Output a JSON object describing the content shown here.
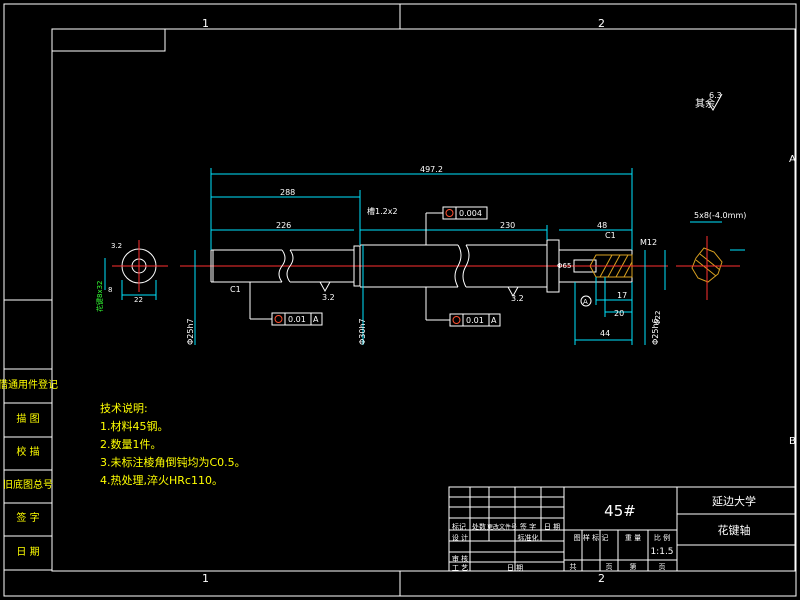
{
  "frame": {
    "zone_top_1": "1",
    "zone_top_2": "2",
    "zone_bottom_1": "1",
    "zone_bottom_2": "2",
    "zone_right_a": "A",
    "zone_right_b": "B"
  },
  "side_table": [
    "借通用件登记",
    "描 图",
    "校 描",
    "旧底图总号",
    "签 字",
    "日 期"
  ],
  "tech_notes": {
    "title": "技术说明:",
    "items": [
      "1.材料45钢。",
      "2.数量1件。",
      "3.未标注棱角倒钝均为C0.5。",
      "4.热处理,淬火HRc110。"
    ]
  },
  "title_block": {
    "material": "45#",
    "school": "延边大学",
    "part_name": "花键轴",
    "scale": "1:1.5",
    "row_labels": [
      "标记",
      "处数",
      "更改文件号",
      "签 字",
      "日 期"
    ],
    "designer_labels": [
      "设 计",
      "审 核",
      "工 艺"
    ],
    "stage_labels": [
      "图 样 标 记",
      "重 量",
      "比 例"
    ],
    "bottom_labels": [
      "共",
      "页",
      "第",
      "页"
    ],
    "date_label": "日 期",
    "std_label": "标准化"
  },
  "roughness": {
    "value": "6.3",
    "label": "其余"
  },
  "dimensions": {
    "overall": "497.2",
    "d_288": "288",
    "d_226": "226",
    "d_230": "230",
    "d_48": "48",
    "d_44": "44",
    "d_17": "17",
    "d_20": "20",
    "d_22": "22",
    "groove": "槽1.2x2",
    "chamfer_c1_left": "C1",
    "chamfer_c1_right": "C1",
    "rough_left": "3.2",
    "rough_mid": "3.2",
    "thread": "M12",
    "section_b": "5x8(-4.0mm)",
    "left_dia": "Φ25h7",
    "mid_dia": "Φ30h7",
    "right_dia": "Φ25h6",
    "right_small": "Φ22",
    "key_a": "3.2",
    "key_b": "8",
    "datum": "A",
    "dia_60": "Φ65",
    "spline_label": "花键8x32"
  },
  "tolerances": {
    "top": "0.004",
    "left": "0.01",
    "left_datum": "A",
    "mid": "0.01",
    "mid_datum": "A"
  }
}
